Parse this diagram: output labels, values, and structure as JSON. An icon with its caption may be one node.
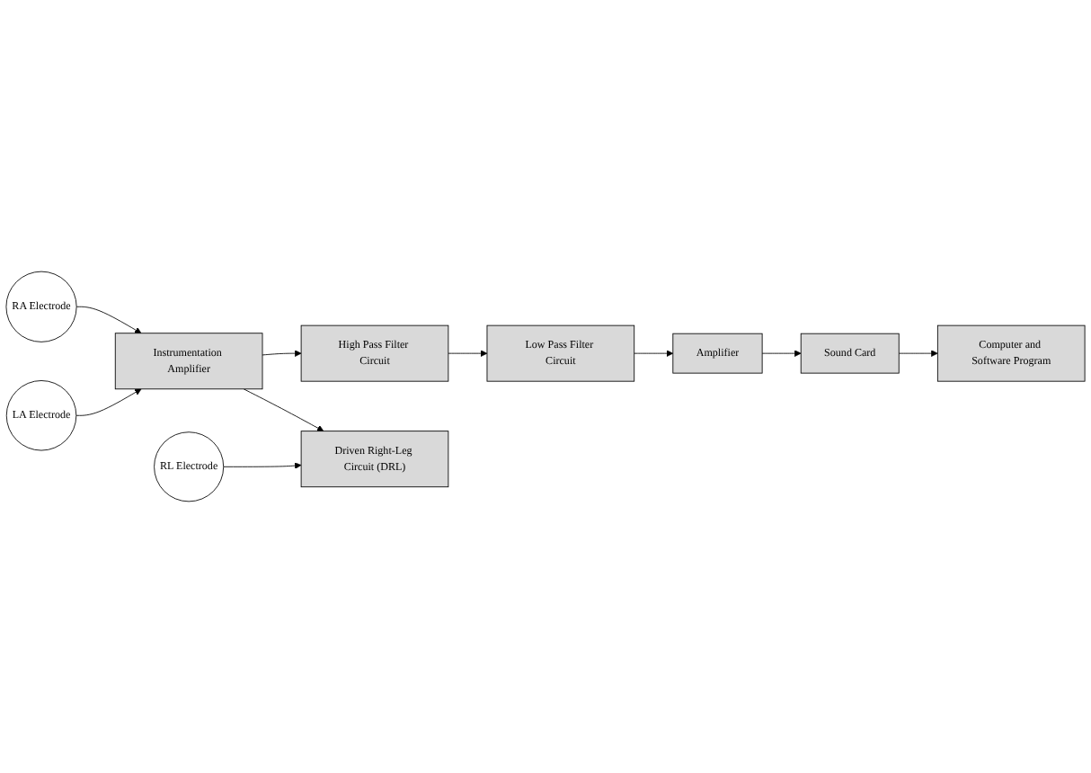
{
  "diagram": {
    "nodes": [
      {
        "text": [
          "RA Electrode"
        ]
      },
      {
        "text": [
          "LA Electrode"
        ]
      },
      {
        "text": [
          "Instrumentation Amplifier"
        ]
      },
      {
        "text": [
          "High Pass Filter Circuit"
        ]
      },
      {
        "text": [
          "Low Pass Filter Circuit"
        ]
      },
      {
        "text": [
          "RL Electrode"
        ]
      },
      {
        "text": [
          "Driven Right-Leg Circuit (DRL)"
        ]
      },
      {
        "text": [
          "Amplifier"
        ]
      },
      {
        "text": [
          "Sound Card"
        ]
      },
      {
        "text": [
          "Computer and Software Program"
        ]
      }
    ],
    "edges": [
      {
        "from": 0,
        "to": 2,
        "arrow": "to"
      },
      {
        "from": 1,
        "to": 2,
        "arrow": "to"
      },
      {
        "from": 2,
        "to": 3,
        "arrow": "to"
      },
      {
        "from": 3,
        "to": 4,
        "arrow": "to"
      },
      {
        "from": 2,
        "to": 6,
        "arrow": "to"
      },
      {
        "from": 5,
        "to": 6,
        "arrow": "to"
      },
      {
        "from": 4,
        "to": 7,
        "arrow": "to"
      },
      {
        "from": 7,
        "to": 8,
        "arrow": "to"
      },
      {
        "from": 8,
        "to": 9,
        "arrow": "to"
      }
    ]
  }
}
